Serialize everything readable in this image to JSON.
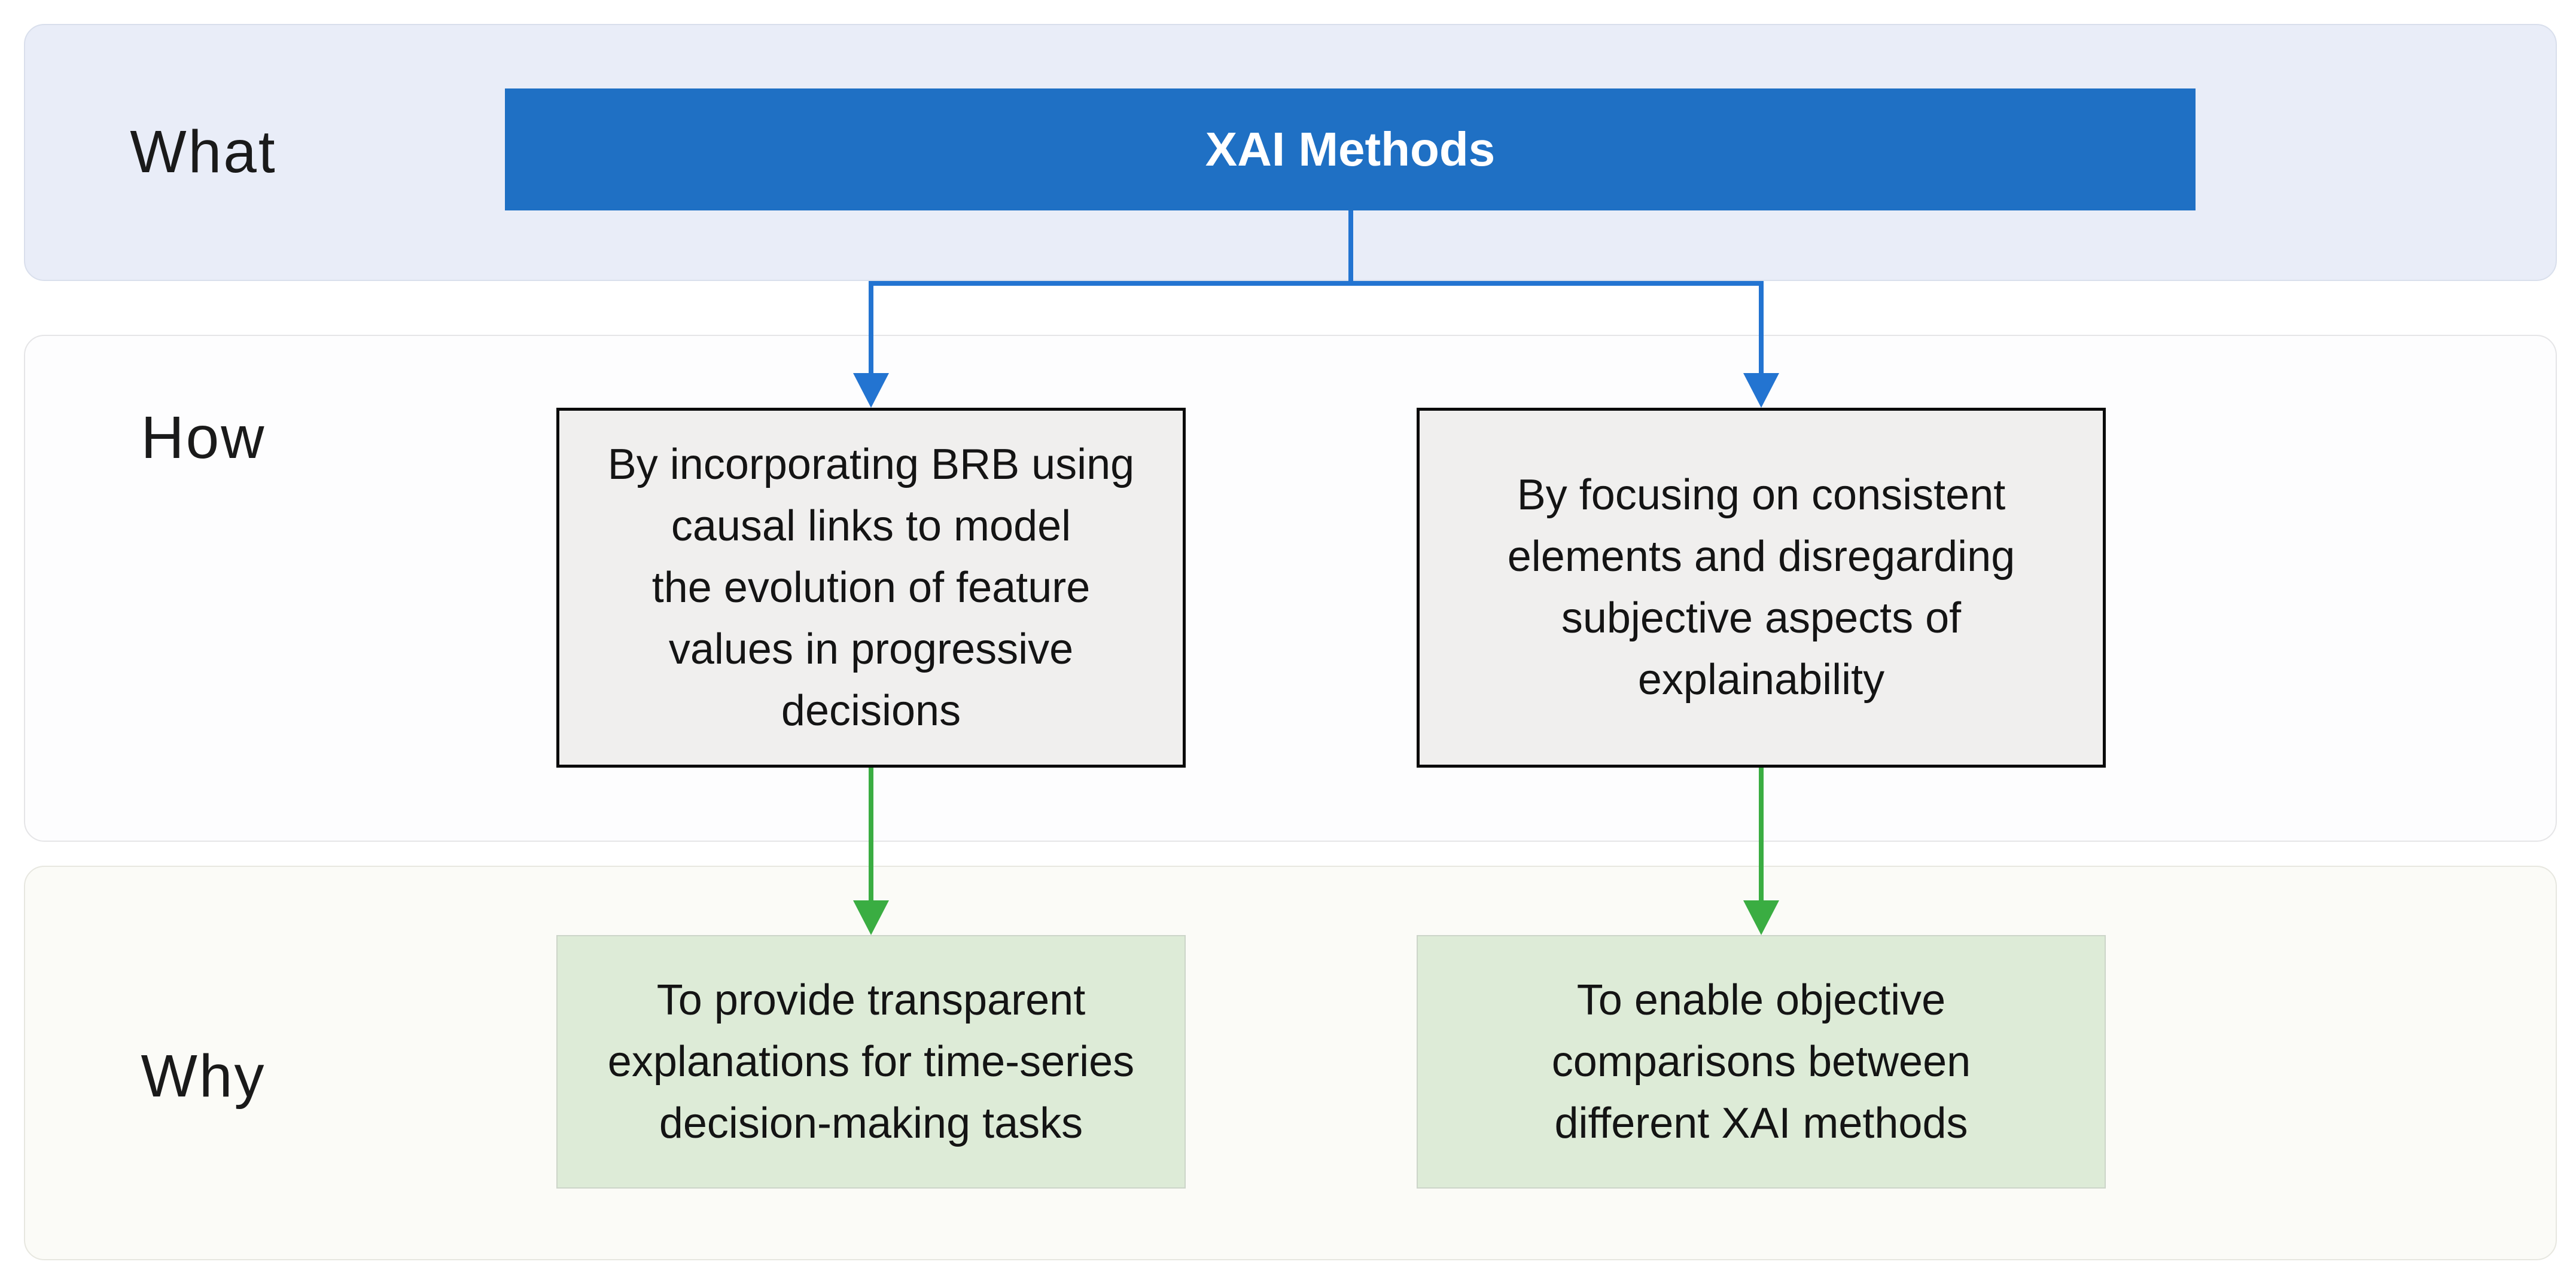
{
  "rows": [
    {
      "label": "What",
      "band_color": "#e9edf8"
    },
    {
      "label": "How",
      "band_color": "#fdfdfe"
    },
    {
      "label": "Why",
      "band_color": "#fbfbf7"
    }
  ],
  "root": {
    "label": "XAI Methods",
    "fill": "#1f70c4",
    "text_color": "#ffffff"
  },
  "how": [
    {
      "text": "By incorporating BRB using\ncausal links to model\nthe evolution of feature\nvalues in progressive\ndecisions"
    },
    {
      "text": "By focusing on consistent\nelements and disregarding\nsubjective aspects of\nexplainability"
    }
  ],
  "why": [
    {
      "text": "To provide transparent\nexplanations for time-series\ndecision-making tasks"
    },
    {
      "text": "To enable objective\ncomparisons between\ndifferent XAI methods"
    }
  ],
  "colors": {
    "blue_connector": "#2374d1",
    "green_connector": "#3aad42",
    "how_box_fill": "#f0efee",
    "how_box_border": "#0b0b0b",
    "why_box_fill": "#ddebd7",
    "why_box_border": "#ccd5c9"
  }
}
